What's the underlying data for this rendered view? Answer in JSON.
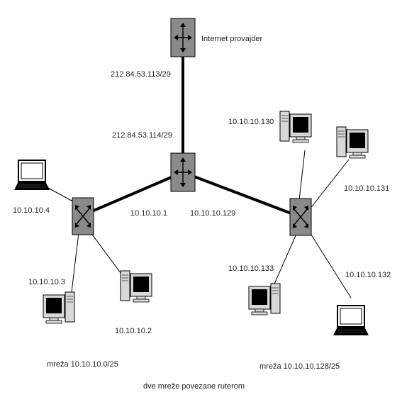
{
  "labels": {
    "isp": "Internet provajder",
    "isp_link_top": "212.84.53.113/29",
    "isp_link_bottom": "212.84.53.114/29",
    "router_left_if": "10.10.10.1",
    "router_right_if": "10.10.10.129",
    "host_104": "10.10.10.4",
    "host_103": "10.10.10.3",
    "host_102": "10.10.10.2",
    "host_130": "10.10.10.130",
    "host_131": "10.10.10.131",
    "host_133": "10.10.10.133",
    "host_132": "10.10.10.132",
    "network_left": "mreža 10.10.10.0/25",
    "network_right": "mreža 10.10.10.128/25",
    "caption": "dve mreže povezane ruterom"
  },
  "colors": {
    "device": "#8a8a8a",
    "line": "#000000",
    "screen": "#000000",
    "case": "#d8d8d8"
  },
  "icons": [
    "router-icon",
    "switch-icon",
    "laptop-icon",
    "desktop-computer-icon"
  ]
}
